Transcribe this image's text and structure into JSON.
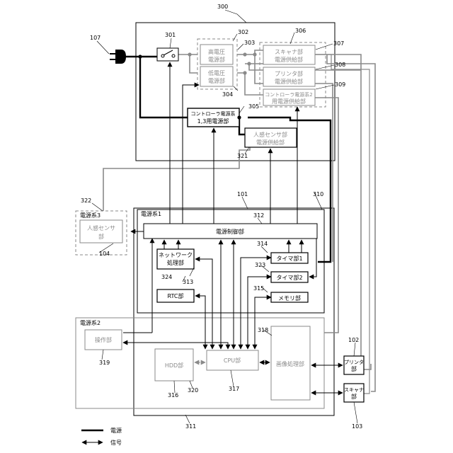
{
  "refs": {
    "r300": "300",
    "r107": "107",
    "r301": "301",
    "r302": "302",
    "r303": "303",
    "r304": "304",
    "r305": "305",
    "r306": "306",
    "r307": "307",
    "r308": "308",
    "r309": "309",
    "r321": "321",
    "r322": "322",
    "r101": "101",
    "r310": "310",
    "r312": "312",
    "r314": "314",
    "r323": "323",
    "r324": "324",
    "r313": "313",
    "r315": "315",
    "r104": "104",
    "r318": "318",
    "r102": "102",
    "r319": "319",
    "r316": "316",
    "r320": "320",
    "r317": "317",
    "r103": "103",
    "r311": "311"
  },
  "blocks": {
    "hv_l1": "高電圧",
    "hv_l2": "電源部",
    "lv_l1": "低電圧",
    "lv_l2": "電源部",
    "scan_sup_l1": "スキャナ部",
    "scan_sup_l2": "電源供給部",
    "prn_sup_l1": "プリンタ部",
    "prn_sup_l2": "電源供給部",
    "ctrl2_l1": "コントローラ電源系2",
    "ctrl2_l2": "用電源供給部",
    "ctrl13_l1": "コントローラ電源系",
    "ctrl13_l2": "1,3用電源部",
    "hs_sup_l1": "人感センサ部",
    "hs_sup_l2": "電源供給部",
    "ps3_title": "電源系3",
    "hs_l1": "人感センサ",
    "hs_l2": "部",
    "ps1_title": "電源系1",
    "pcu": "電源制御部",
    "net_l1": "ネットワーク",
    "net_l2": "処理部",
    "timer1": "タイマ部1",
    "timer2": "タイマ部2",
    "rtc": "RTC部",
    "memory": "メモリ部",
    "ps2_title": "電源系2",
    "opu": "操作部",
    "hdd": "HDD部",
    "cpu": "CPU部",
    "img": "画像処理部",
    "printer_l1": "プリンタ",
    "printer_l2": "部",
    "scanner_l1": "スキャナ",
    "scanner_l2": "部"
  },
  "legend": {
    "power": "電源",
    "signal": "信号"
  },
  "colors": {
    "line": "#000000",
    "inactive": "#8a8a8a"
  }
}
